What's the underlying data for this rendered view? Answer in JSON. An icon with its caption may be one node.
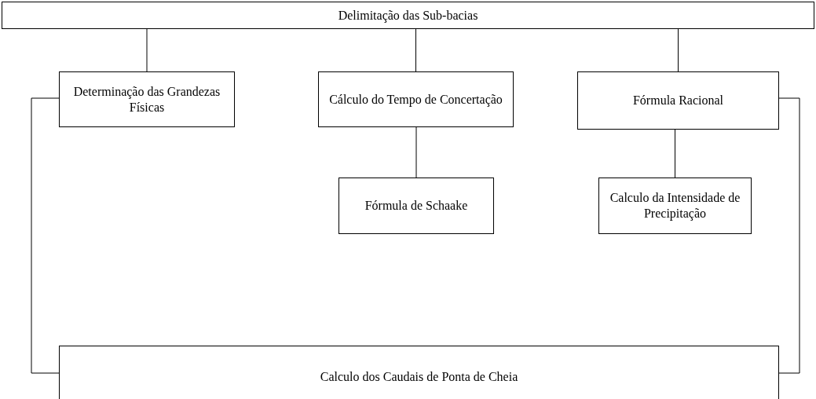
{
  "diagram": {
    "nodes": [
      {
        "text": [
          "Delimitação das Sub-bacias"
        ]
      },
      {
        "text": [
          "Determinação das Grandezas Físicas"
        ]
      },
      {
        "text": [
          "Cálculo do Tempo de Concertação"
        ]
      },
      {
        "text": [
          "Fórmula Racional"
        ]
      },
      {
        "text": [
          "Fórmula de Schaake"
        ]
      },
      {
        "text": [
          "Calculo da Intensidade de Precipitação"
        ]
      },
      {
        "text": [
          "Calculo dos Caudais de Ponta de Cheia"
        ]
      }
    ],
    "edges": [
      {
        "from": 0,
        "to": 1,
        "arrow": "none"
      },
      {
        "from": 0,
        "to": 2,
        "arrow": "none"
      },
      {
        "from": 0,
        "to": 3,
        "arrow": "none"
      },
      {
        "from": 2,
        "to": 4,
        "arrow": "none"
      },
      {
        "from": 3,
        "to": 5,
        "arrow": "none"
      },
      {
        "from": 1,
        "to": 6,
        "arrow": "none"
      },
      {
        "from": 3,
        "to": 6,
        "arrow": "none"
      }
    ]
  }
}
